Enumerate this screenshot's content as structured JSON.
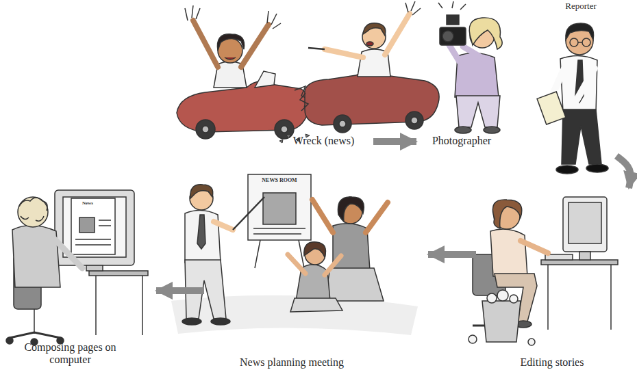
{
  "diagram": {
    "nodes": [
      {
        "text": [
          "Wreck (news)"
        ]
      },
      {
        "text": [
          "Photographer"
        ]
      },
      {
        "text": [
          "Reporter"
        ]
      },
      {
        "text": [
          "Editing stories"
        ]
      },
      {
        "text": [
          "News planning meeting"
        ]
      },
      {
        "text": [
          "Composing pages on computer"
        ]
      }
    ],
    "edges": [
      {
        "from": 0,
        "to": 1,
        "arrow": "to"
      },
      {
        "from": 2,
        "to": 3,
        "arrow": "to"
      },
      {
        "from": 3,
        "to": 4,
        "arrow": "to"
      },
      {
        "from": 4,
        "to": 5,
        "arrow": "to"
      }
    ],
    "labels": [
      "NEWS ROOM",
      "News"
    ]
  }
}
